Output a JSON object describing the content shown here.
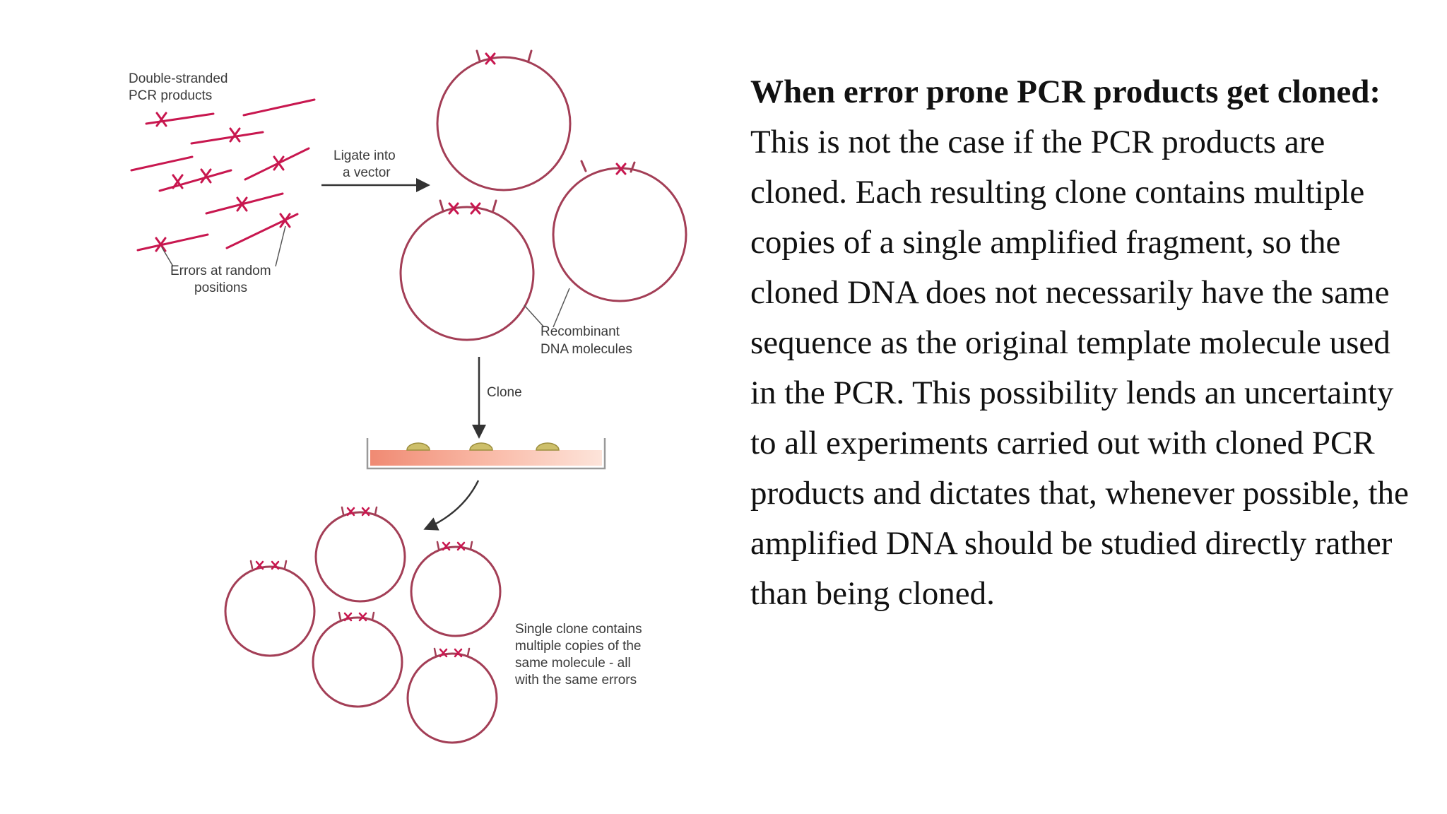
{
  "colors": {
    "circle": "#a33e56",
    "error_mark": "#c8174f",
    "arrow": "#333333",
    "label_text": "#3a3a3a",
    "colony": "#cdbf6a",
    "agar_gradient_start": "#f08a73",
    "agar_gradient_end": "#fde4da"
  },
  "diagram": {
    "label_ds_products": [
      "Double-stranded",
      "PCR products"
    ],
    "label_ligate": [
      "Ligate into",
      "a vector"
    ],
    "label_errors": [
      "Errors at random",
      "positions"
    ],
    "label_recombinant": [
      "Recombinant",
      "DNA molecules"
    ],
    "label_clone": "Clone",
    "label_single_clone": [
      "Single clone contains",
      "multiple copies of the",
      "same molecule - all",
      "with the same errors"
    ]
  },
  "text": {
    "heading": "When error prone PCR products get cloned:",
    "body": " This is not the case if the PCR products are cloned. Each resulting clone contains multiple copies of a single amplified fragment, so the cloned DNA does not necessarily have the same sequence as the original template molecule used in the PCR. This possibility lends an uncertainty to all experiments carried out with cloned PCR products and dictates that, whenever possible, the amplified DNA should be studied directly rather than being cloned."
  }
}
